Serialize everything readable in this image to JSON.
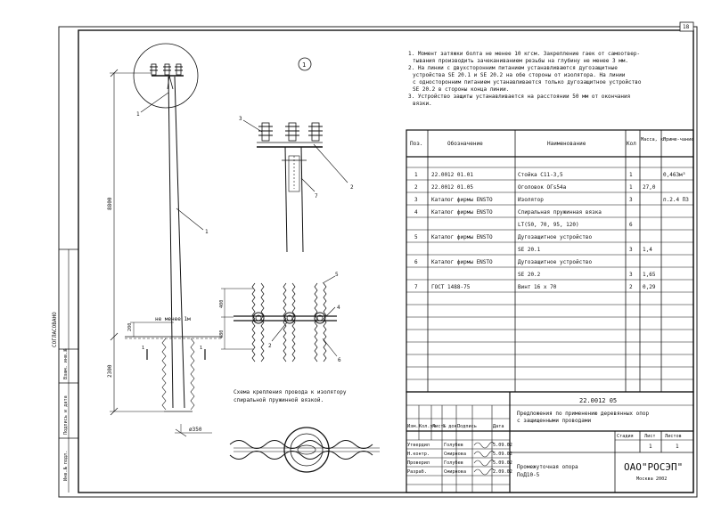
{
  "sheet": {
    "number": "18",
    "view_marker": "1"
  },
  "notes": [
    "1. Момент затяжки болта не менее 10 кгсм. Закрепление гаек от самоотвер-",
    "тывания производить зачеканиванием резьбы на глубину не менее 3 мм.",
    "2. На линии с двухсторонним питанием устанавливаются дугозащитные",
    "устройства SE 20.1 и SE 20.2 на обе стороны от изолятора. На линии",
    "с односторонним питанием устанавливается только дугозащитное устройство",
    "SE 20.2 в стороны конца линии.",
    "3. Устройство защиты устанавливается на расстоянии 50 мм от окончания",
    "вязки."
  ],
  "spec_table": {
    "headers": [
      "Поз.",
      "Обозначение",
      "Наименование",
      "Кол",
      "Масса, кг",
      "Приме-чание"
    ],
    "rows": [
      {
        "pos": "1",
        "designation": "22.0012 01.01",
        "name": "Стойка С11-3,5",
        "qty": "1",
        "mass": "",
        "note": "0,463м³"
      },
      {
        "pos": "2",
        "designation": "22.0012 01.05",
        "name": "Оголовок ОГs54а",
        "qty": "1",
        "mass": "27,0",
        "note": ""
      },
      {
        "pos": "3",
        "designation": "Каталог фирмы ENSTO",
        "name": "Изолятор",
        "qty": "3",
        "mass": "",
        "note": "п.2.4 П3"
      },
      {
        "pos": "4",
        "designation": "Каталог фирмы ENSTO",
        "name": "Спиральная пружинная вязка",
        "qty": "",
        "mass": "",
        "note": ""
      },
      {
        "pos": "",
        "designation": "",
        "name": "LT(50, 70, 95, 120)",
        "qty": "6",
        "mass": "",
        "note": ""
      },
      {
        "pos": "5",
        "designation": "Каталог фирмы ENSTO",
        "name": "Дугозащитное устройство",
        "qty": "",
        "mass": "",
        "note": ""
      },
      {
        "pos": "",
        "designation": "",
        "name": "SE 20.1",
        "qty": "3",
        "mass": "1,4",
        "note": ""
      },
      {
        "pos": "6",
        "designation": "Каталог фирмы ENSTO",
        "name": "Дугозащитное устройство",
        "qty": "",
        "mass": "",
        "note": ""
      },
      {
        "pos": "",
        "designation": "",
        "name": "SE 20.2",
        "qty": "3",
        "mass": "1,65",
        "note": ""
      },
      {
        "pos": "7",
        "designation": "ГОСТ 1488-75",
        "name": "Винт 16 х 70",
        "qty": "2",
        "mass": "0,29",
        "note": ""
      }
    ]
  },
  "pole_drawing": {
    "height_label": "8800",
    "depth_label": "2300",
    "offset_200": "200",
    "min_label": "не менее 1м",
    "diameter_label": "ø350",
    "callout_1": "1",
    "section_1": "1"
  },
  "head_drawing": {
    "callouts": [
      "3",
      "7",
      "2"
    ]
  },
  "wire_drawing": {
    "dim_400": "400",
    "dim_480": "480",
    "callouts": [
      "5",
      "4",
      "2",
      "6"
    ]
  },
  "binding_caption": [
    "Схема крепления провода к изолятору",
    "спиральной пружинной вязкой."
  ],
  "side_stamp": {
    "agreed": "СОГЛАСОВАНО",
    "fields": [
      "Взам. инв.№",
      "Подпись и дата",
      "Инв.№ подл."
    ]
  },
  "title_block": {
    "doc_code": "22.0012 05",
    "project_title": [
      "Предложения по применению деревянных опор",
      "с защищенными проводами"
    ],
    "col_headers": [
      "Изм.",
      "Кол.уч",
      "Лист",
      "№ док.",
      "Подпись",
      "Дата"
    ],
    "people": [
      {
        "role": "Утвердил",
        "name": "Голубев",
        "date": "5.09.02"
      },
      {
        "role": "Н.контр.",
        "name": "Смирнова",
        "date": "5.09.02"
      },
      {
        "role": "Проверил",
        "name": "Голубев",
        "date": "5.09.02"
      },
      {
        "role": "Разраб.",
        "name": "Смирнова",
        "date": "2.09.02"
      }
    ],
    "stage_headers": [
      "Стадия",
      "Лист",
      "Листов"
    ],
    "stage_values": [
      "",
      "1",
      "1"
    ],
    "drawing_name": [
      "Промежуточная опора",
      "ПоД10-5"
    ],
    "company": "ОАО\"РОСЭП\"",
    "city": "Москва 2002"
  }
}
